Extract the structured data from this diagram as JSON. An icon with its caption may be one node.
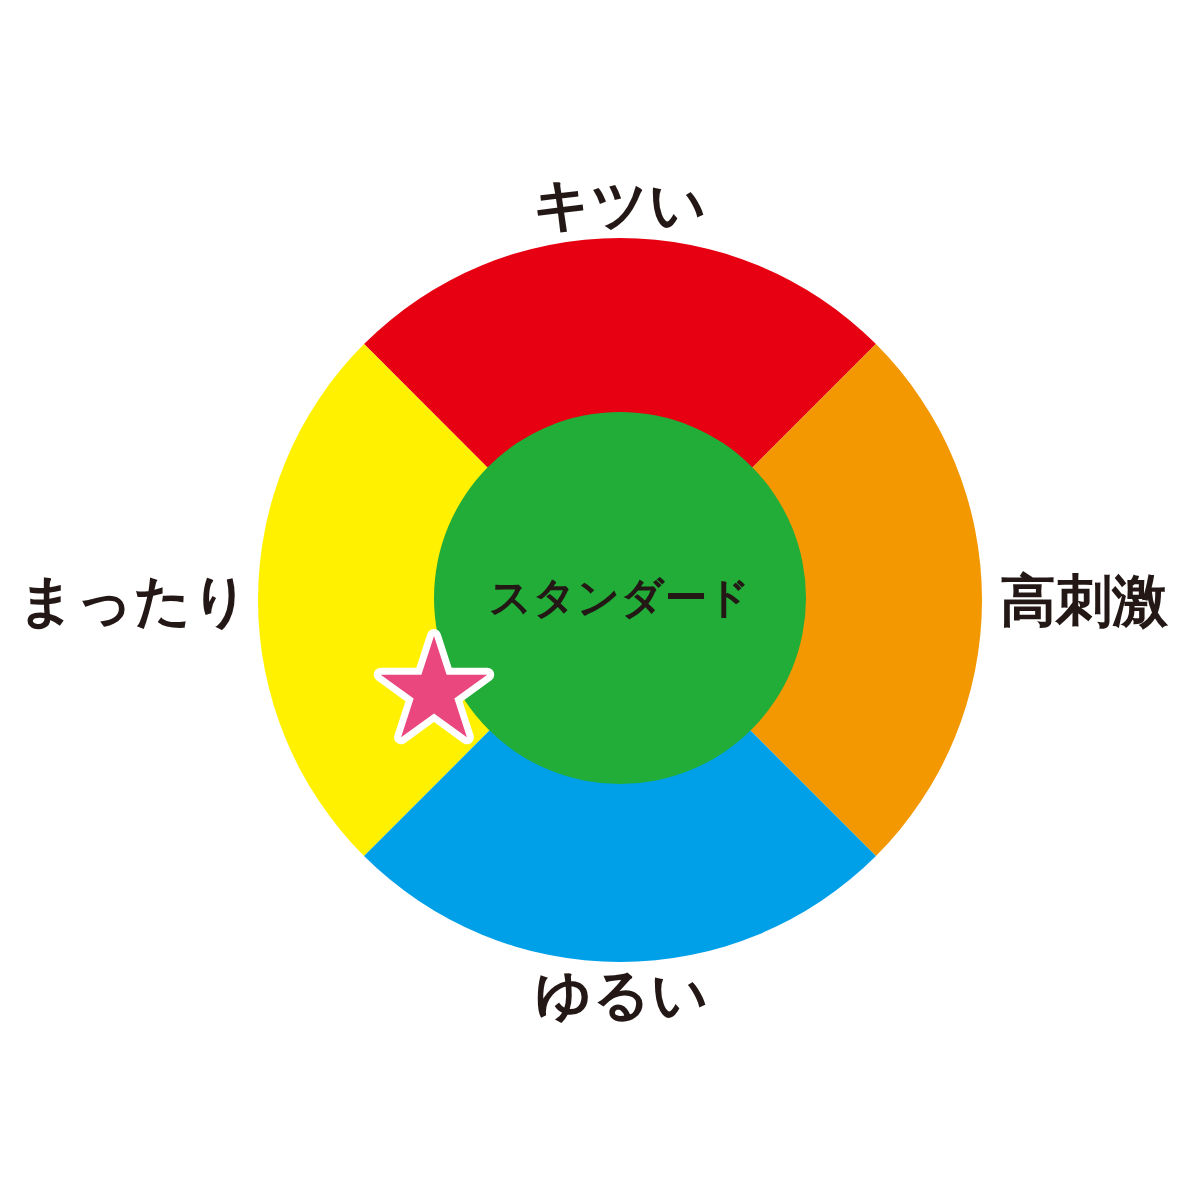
{
  "diagram": {
    "nodes": [
      {
        "text": [
          "キツい"
        ]
      },
      {
        "text": [
          "まったり"
        ]
      },
      {
        "text": [
          "スタンダード"
        ]
      },
      {
        "text": [
          "高刺激"
        ]
      },
      {
        "text": [
          "ゆるい"
        ]
      }
    ]
  }
}
